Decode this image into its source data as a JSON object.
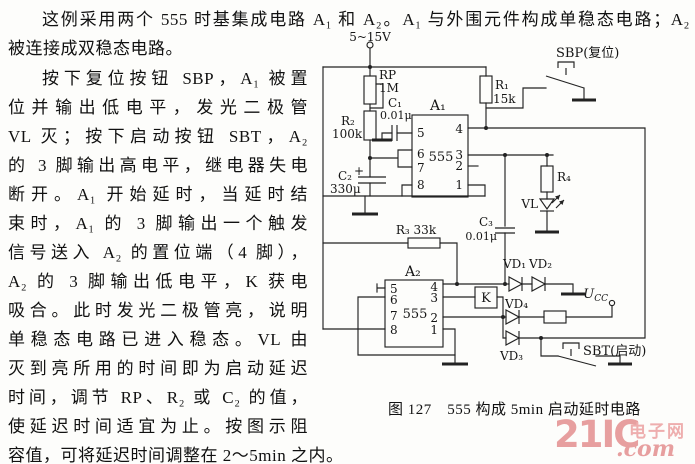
{
  "text": {
    "intro": [
      "这例采用两个 555 时基集成电路 A₁ 和 A₂。A₁ 与外围元件构成单稳态电路；A₂",
      "被连接成双稳态电路。"
    ],
    "body": [
      "按下复位按钮 SBP，A₁ 被置",
      "位并输出低电平，发光二极管",
      "VL 灭；按下启动按钮 SBT，A₂",
      "的 3 脚输出高电平，继电器失电",
      "断开。A₁ 开始延时，当延时结",
      "束时，A₁ 的 3 脚输出一个触发",
      "信号送入 A₂ 的置位端（4 脚），",
      "A₂ 的 3 脚输出低电平，K 获电",
      "吸合。此时发光二极管亮，说明",
      "单稳态电路已进入稳态。VL 由",
      "灭到亮所用的时间即为启动延迟",
      "时间，调节 RP、R₂ 或 C₂ 的值，",
      "使延迟时间适宜为止。按图示阻",
      "容值，可将延迟时间调整在 2～5min 之内。"
    ],
    "caption": "图 127　555 构成 5min 启动延时电路"
  },
  "watermark": {
    "brand": "21IC",
    "domain": ".com",
    "cn": "电子网",
    "color": "#e79f9f"
  },
  "circuit": {
    "supply": "5~15V",
    "rp": {
      "name": "RP",
      "value": "1M"
    },
    "r1": {
      "name": "R₁",
      "value": "15k"
    },
    "r2": {
      "name": "R₂",
      "value": "100k"
    },
    "r3": {
      "name": "R₃ 33k"
    },
    "r4": {
      "name": "R₄"
    },
    "c1": {
      "name": "C₁",
      "value": "0.01μ"
    },
    "c2": {
      "name": "C₂",
      "plus": "+",
      "value": "330μ"
    },
    "c3": {
      "name": "C₃",
      "value": "0.01μ"
    },
    "a1": {
      "name": "A₁",
      "chip": "555"
    },
    "a2": {
      "name": "A₂",
      "chip": "555"
    },
    "pins_left": [
      "5",
      "6",
      "7",
      "8"
    ],
    "pins_right": [
      "4",
      "3",
      "2",
      "1"
    ],
    "k": "K",
    "vl": "VL",
    "vd1": "VD₁",
    "vd2": "VD₂",
    "vd3": "VD₃",
    "vd4": "VD₄",
    "ucc": {
      "base": "U",
      "sub": "CC"
    },
    "sbp": "SBP(复位)",
    "sbt": "SBT(启动)"
  }
}
